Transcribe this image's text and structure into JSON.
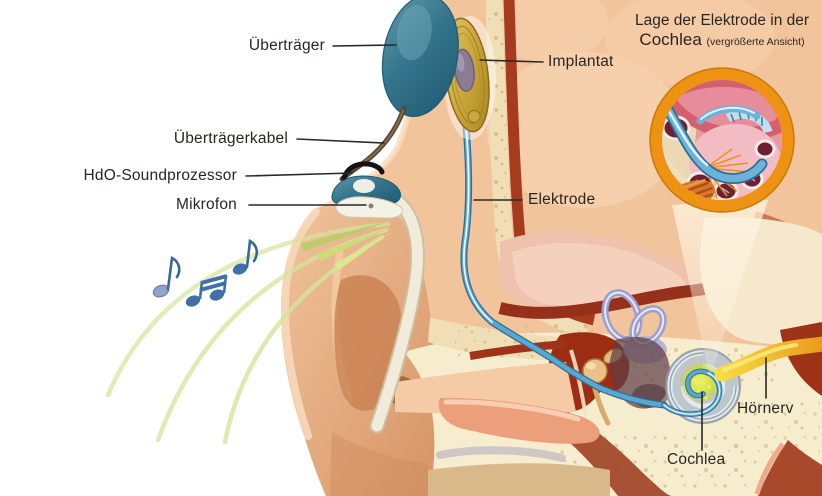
{
  "figure": {
    "type": "medical-illustration",
    "subject": "Cochlea-Implantat (cochlear implant) ear cross-section, German labels",
    "inset_title_line1": "Lage der Elektrode in der",
    "inset_title_main": "Cochlea",
    "inset_title_note": "(vergrößerte Ansicht)",
    "labels": {
      "uebertraeger": "Überträger",
      "uebertraegerkabel": "Überträgerkabel",
      "hdo_soundprozessor": "HdO-Soundprozessor",
      "mikrofon": "Mikrofon",
      "implantat": "Implantat",
      "elektrode": "Elektrode",
      "hoernerv": "Hörnerv",
      "cochlea": "Cochlea"
    },
    "icons": [
      "music-note-icon",
      "sound-wave-icon",
      "magnifier-inset-circle"
    ],
    "colors": {
      "inset_ring_orange": "#ED9212",
      "device_teal": "#2E7D96",
      "implant_gold": "#C9A435",
      "electrode_blue": "#5AA7D0",
      "nerve_yellow": "#F2CE3F",
      "skin_peach": "#F2C49C",
      "bone_cream": "#F3E6C2",
      "tissue_red": "#A23B1E",
      "canal_lavender": "#9C9FCE",
      "cochlea_glow_green": "#DDE24E",
      "note_blue": "#3F6EA8",
      "soundwave_green": "#D6E49B",
      "label_text": "#29261F"
    }
  }
}
